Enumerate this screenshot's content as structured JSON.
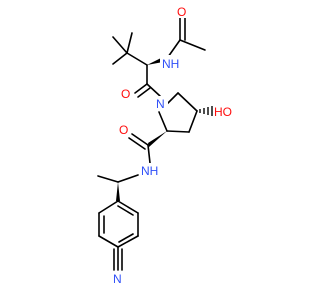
{
  "atom_colors": {
    "oxygen": "#ff0d0d",
    "nitrogen": "#3050f8",
    "carbon": "#000000"
  },
  "labels": {
    "acetyl_oxygen": "O",
    "amide_nh_top": "NH",
    "amide_oxygen_left": "O",
    "ring_nitrogen": "N",
    "hydroxyl": "HO",
    "amide_oxygen_bottom": "O",
    "amide_nh_bottom": "NH",
    "nitrile_nitrogen": "N"
  }
}
